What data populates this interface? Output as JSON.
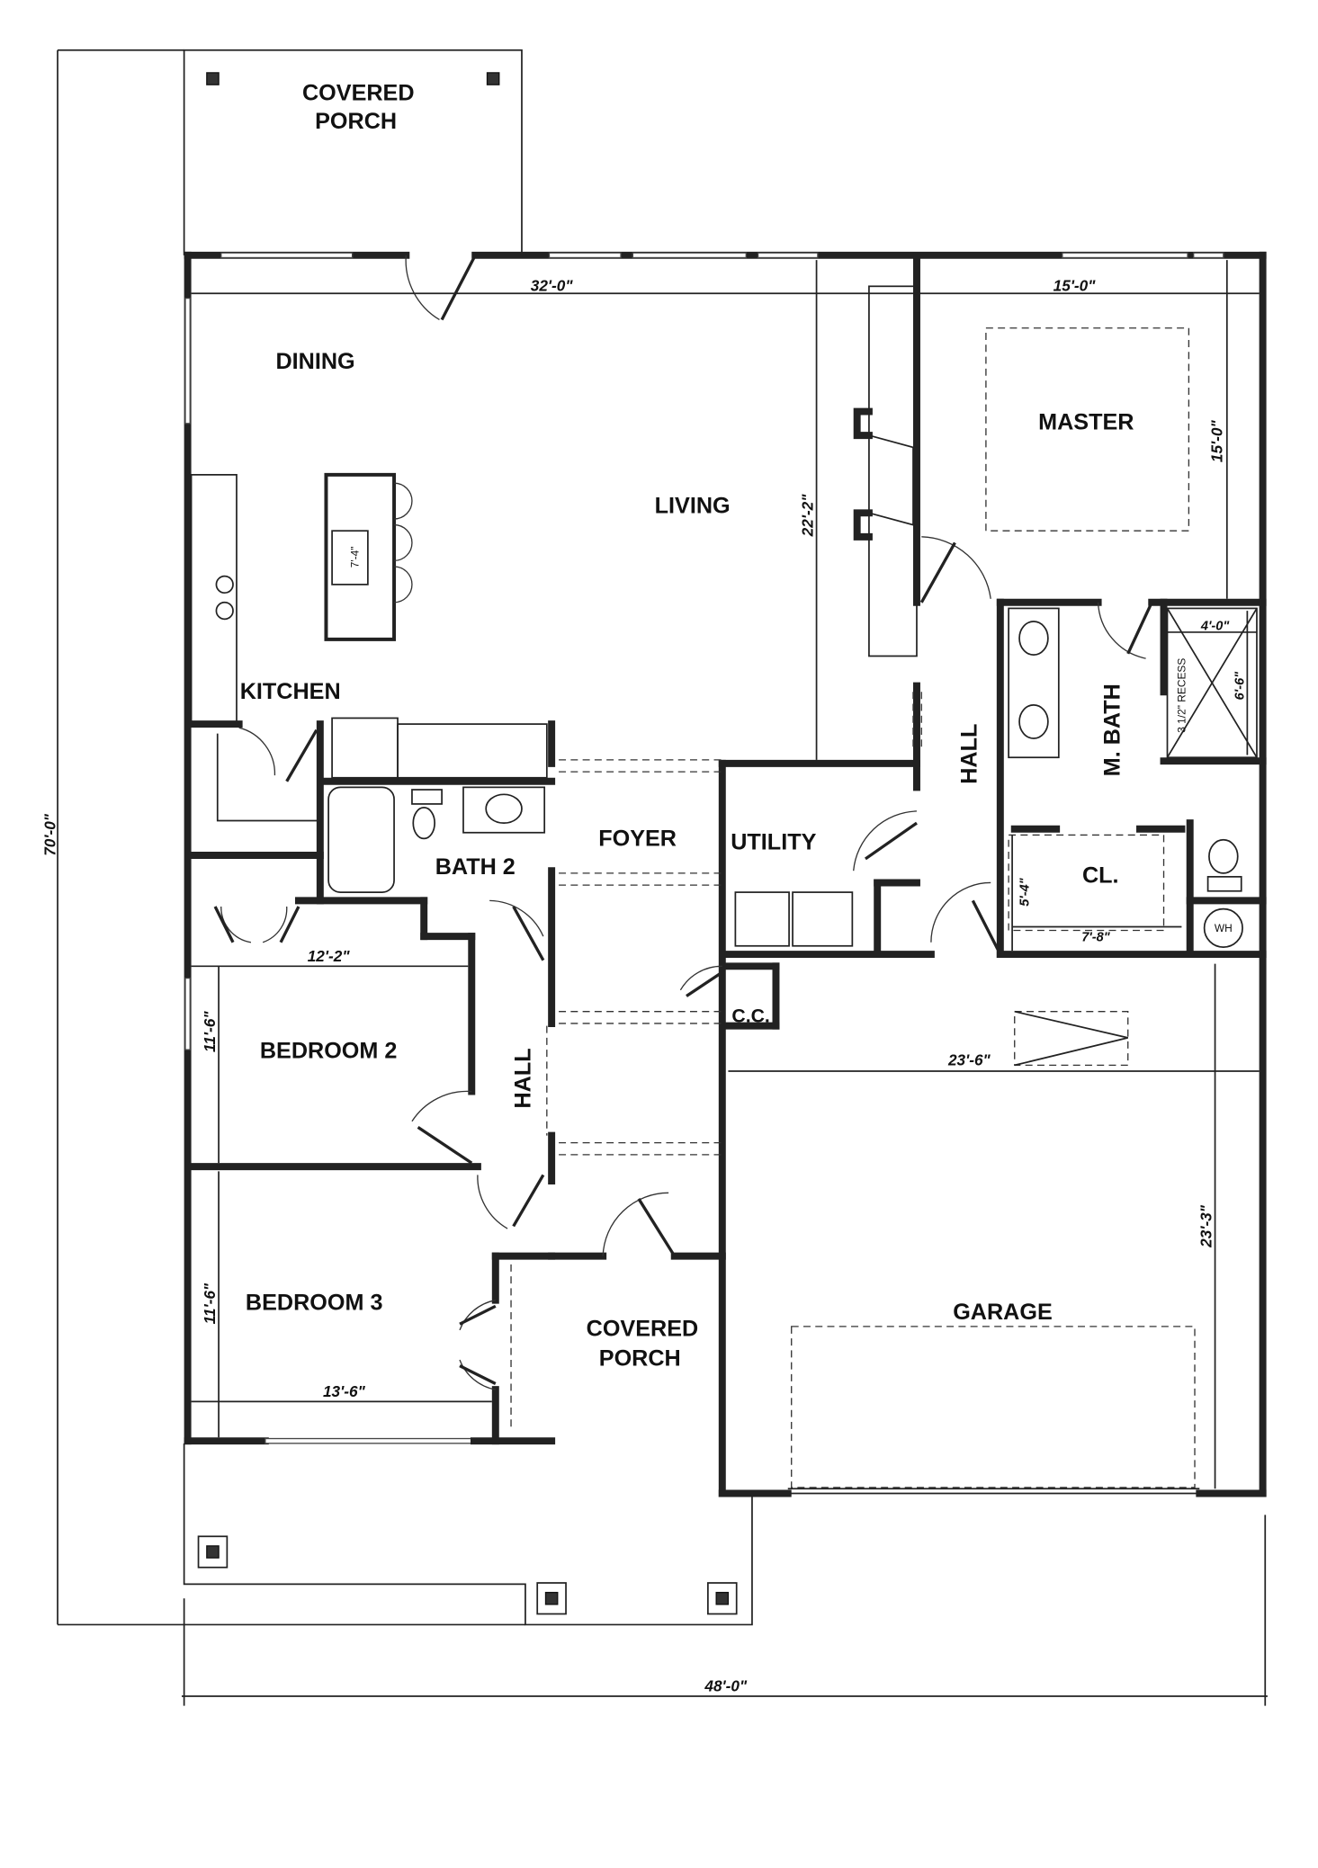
{
  "plan": {
    "rooms": {
      "rear_porch": [
        "COVERED",
        "PORCH"
      ],
      "dining": "DINING",
      "living": "LIVING",
      "master": "MASTER",
      "kitchen": "KITCHEN",
      "bath2": "BATH 2",
      "foyer": "FOYER",
      "utility": "UTILITY",
      "hall_east": "HALL",
      "m_bath": "M. BATH",
      "closet": "CL.",
      "coat_closet": "C.C.",
      "bedroom2": "BEDROOM 2",
      "hall_west": "HALL",
      "bedroom3": "BEDROOM 3",
      "front_porch": [
        "COVERED",
        "PORCH"
      ],
      "garage": "GARAGE",
      "water_heater": "WH"
    },
    "dimensions": {
      "great_room_width": "32'-0\"",
      "master_width": "15'-0\"",
      "master_depth": "15'-0\"",
      "living_depth": "22'-2\"",
      "island": "7'-4\"",
      "shower_width": "4'-0\"",
      "shower_depth": "6'-6\"",
      "shower_recess": "3 1/2\" RECESS",
      "closet_depth": "5'-4\"",
      "closet_width": "7'-8\"",
      "bedroom2_width": "12'-2\"",
      "bedroom2_depth": "11'-6\"",
      "bedroom3_depth": "11'-6\"",
      "bedroom3_width": "13'-6\"",
      "garage_width": "23'-6\"",
      "garage_depth": "23'-3\"",
      "overall_depth": "70'-0\"",
      "overall_width": "48'-0\""
    }
  }
}
